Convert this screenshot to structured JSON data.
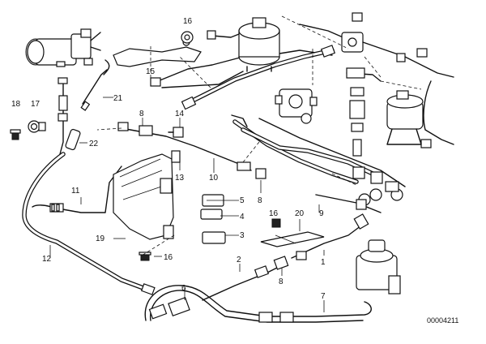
{
  "callouts": {
    "c1": "1",
    "c2": "2",
    "c3": "3",
    "c4": "4",
    "c5": "5",
    "c6": "6",
    "c7": "7",
    "c8a": "8",
    "c8b": "8",
    "c8c": "8",
    "c9": "9",
    "c10": "10",
    "c11": "11",
    "c12": "12",
    "c13": "13",
    "c14": "14",
    "c15": "15",
    "c16a": "16",
    "c16b": "16",
    "c16c": "16",
    "c17": "17",
    "c18": "18",
    "c19": "19",
    "c20": "20",
    "c21": "21",
    "c22": "22"
  },
  "reference_number": "00004211"
}
